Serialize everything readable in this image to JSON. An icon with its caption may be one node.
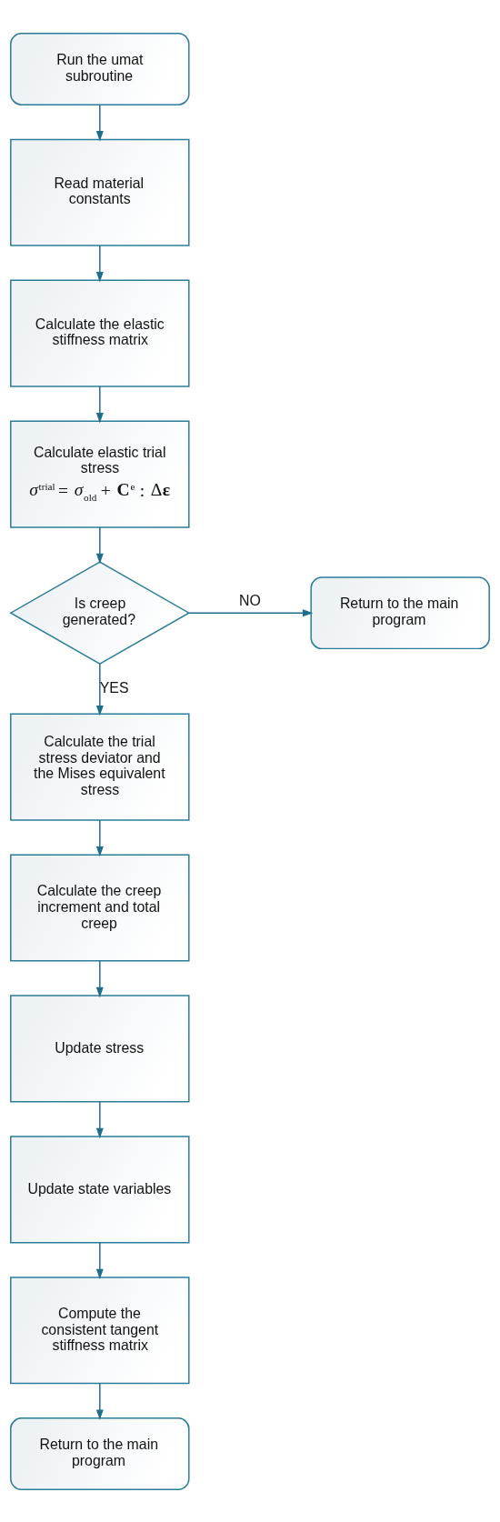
{
  "diagram": {
    "nodes": [
      {
        "text": [
          "Run the umat subroutine"
        ]
      },
      {
        "text": [
          "Read material constants"
        ]
      },
      {
        "text": [
          "Calculate the elastic stiffness matrix"
        ]
      },
      {
        "text": [
          "Calculate elastic trial stress",
          "*σ*$^{trial}$ = *σ*$_{old}$ + **C**$^{e}$ : Δ**ε**"
        ]
      },
      {
        "text": [
          "Is creep generated?"
        ]
      },
      {
        "text": [
          "Return to the main program"
        ]
      },
      {
        "text": [
          "Calculate the trial stress deviator and the Mises equivalent stress"
        ]
      },
      {
        "text": [
          "Calculate the creep increment and total creep"
        ]
      },
      {
        "text": [
          "Update stress"
        ]
      },
      {
        "text": [
          "Update state variables"
        ]
      },
      {
        "text": [
          "Compute the consistent tangent stiffness matrix"
        ]
      },
      {
        "text": [
          "Return to the main program"
        ]
      }
    ],
    "edges": [
      {
        "from": 0,
        "to": 1,
        "arrow": "to"
      },
      {
        "from": 1,
        "to": 2,
        "arrow": "to"
      },
      {
        "from": 2,
        "to": 3,
        "arrow": "to"
      },
      {
        "from": 3,
        "to": 4,
        "arrow": "to"
      },
      {
        "from": 4,
        "to": 5,
        "arrow": "to",
        "label": "NO"
      },
      {
        "from": 4,
        "to": 6,
        "arrow": "to",
        "label": "YES"
      },
      {
        "from": 6,
        "to": 7,
        "arrow": "to"
      },
      {
        "from": 7,
        "to": 8,
        "arrow": "to"
      },
      {
        "from": 8,
        "to": 9,
        "arrow": "to"
      },
      {
        "from": 9,
        "to": 10,
        "arrow": "to"
      },
      {
        "from": 10,
        "to": 11,
        "arrow": "to"
      }
    ]
  }
}
